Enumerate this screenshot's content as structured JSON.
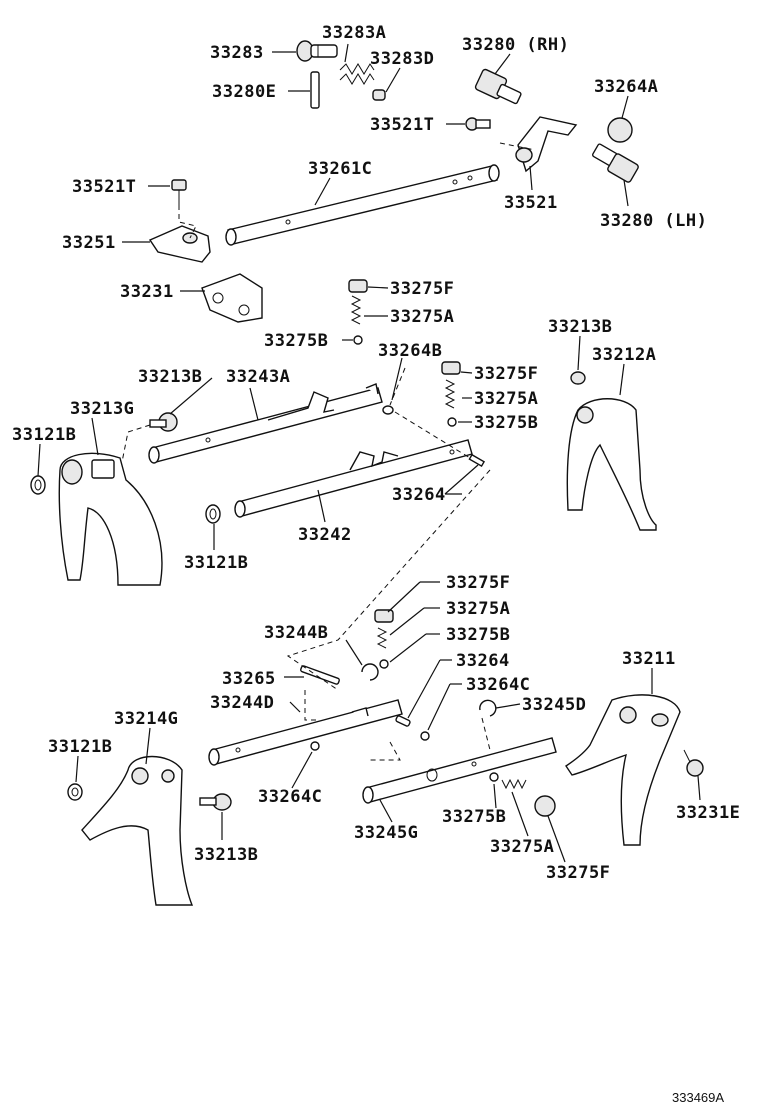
{
  "labels": {
    "l33283": "33283",
    "l33283A": "33283A",
    "l33283D": "33283D",
    "l33280RH": "33280 (RH)",
    "l33280E": "33280E",
    "l33264A": "33264A",
    "l33521T_a": "33521T",
    "l33261C": "33261C",
    "l33521T_b": "33521T",
    "l33521": "33521",
    "l33280LH": "33280 (LH)",
    "l33251": "33251",
    "l33231": "33231",
    "l33275F_a": "33275F",
    "l33275A_a": "33275A",
    "l33275B_a": "33275B",
    "l33264B": "33264B",
    "l33213B_a": "33213B",
    "l33212A": "33212A",
    "l33213B_b": "33213B",
    "l33243A": "33243A",
    "l33275F_b": "33275F",
    "l33275A_b": "33275A",
    "l33213G": "33213G",
    "l33275B_b": "33275B",
    "l33121B_a": "33121B",
    "l33264_a": "33264",
    "l33242": "33242",
    "l33121B_b": "33121B",
    "l33275F_c": "33275F",
    "l33275A_c": "33275A",
    "l33244B": "33244B",
    "l33275B_c": "33275B",
    "l33264_b": "33264",
    "l33211": "33211",
    "l33265": "33265",
    "l33264C_a": "33264C",
    "l33244D": "33244D",
    "l33245D": "33245D",
    "l33214G": "33214G",
    "l33121B_c": "33121B",
    "l33264C_b": "33264C",
    "l33231E": "33231E",
    "l33213B_c": "33213B",
    "l33275B_d": "33275B",
    "l33245G": "33245G",
    "l33275A_d": "33275A",
    "l33275F_d": "33275F"
  },
  "reference_code": "333469A"
}
